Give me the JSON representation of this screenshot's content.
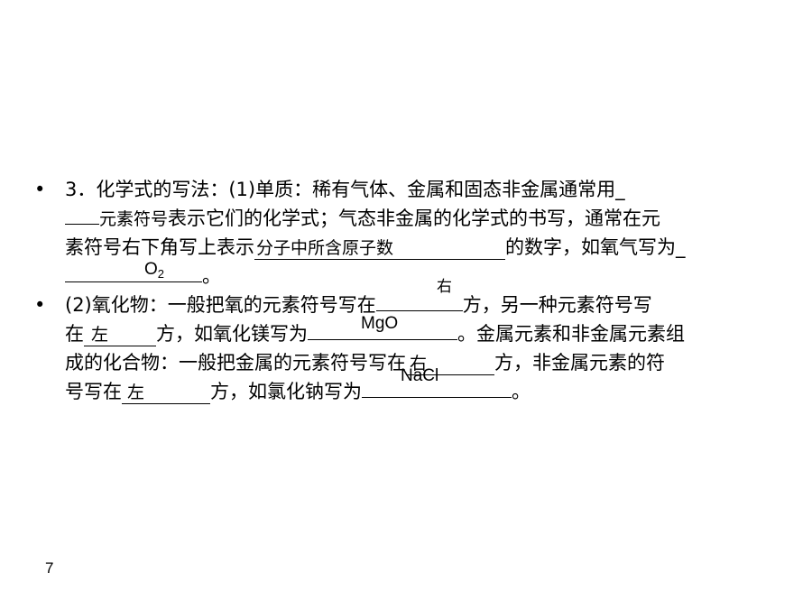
{
  "p1": {
    "bullet": "•",
    "l1_text": "3．化学式的写法：(1)单质：稀有气体、金属和固态非金属通常用",
    "l1_tail": "_",
    "l2_blank": "元素符号",
    "l2_text": "表示它们的化学式；气态非金属的化学式的书写，通常在元",
    "l3_text": "素符号右下角写上表示",
    "l3_blank": "分子中所含原子数",
    "l3_text2": "的数字，如氧气写为",
    "l3_tail": "_",
    "l4_answer_main": "O",
    "l4_answer_sub": "2",
    "l4_end": "。"
  },
  "p2": {
    "bullet": "•",
    "l1_text": "(2)氧化物：一般把氧的元素符号写在",
    "l1_answer": "右",
    "l1_text2": "方，另一种元素符号写",
    "l2_text": "在",
    "l2_blank": "左",
    "l2_text2": "方，如氧化镁写为",
    "l2_answer": "MgO",
    "l2_text3": "。金属元素和非金属元素组",
    "l3_text": "成的化合物：一般把金属的元素符号写在",
    "l3_blank": "右",
    "l3_text2": "方，非金属元素的符",
    "l4_text": "号写在",
    "l4_blank": "左",
    "l4_text2": "方，如氯化钠写为",
    "l4_answer": "NaCl",
    "l4_end": "。"
  },
  "page_number": "7"
}
